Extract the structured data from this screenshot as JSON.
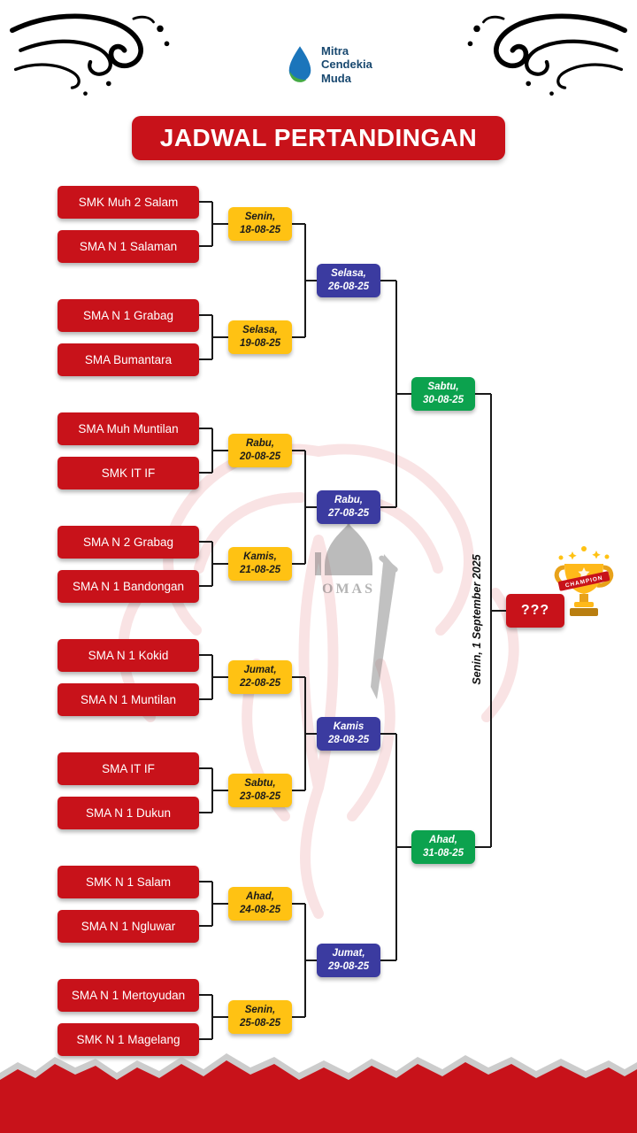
{
  "header": {
    "logo_lines": [
      "Mitra",
      "Cendekia",
      "Muda"
    ],
    "title": "JADWAL PERTANDINGAN"
  },
  "bracket": {
    "teams": [
      "SMK Muh 2 Salam",
      "SMA N 1 Salaman",
      "SMA N 1 Grabag",
      "SMA Bumantara",
      "SMA Muh Muntilan",
      "SMK IT IF",
      "SMA N 2 Grabag",
      "SMA N 1 Bandongan",
      "SMA N 1 Kokid",
      "SMA N 1 Muntilan",
      "SMA IT IF",
      "SMA N 1 Dukun",
      "SMK N 1 Salam",
      "SMA N 1 Ngluwar",
      "SMA N 1 Mertoyudan",
      "SMK N 1 Magelang"
    ],
    "round1": [
      {
        "day": "Senin,",
        "date": "18-08-25"
      },
      {
        "day": "Selasa,",
        "date": "19-08-25"
      },
      {
        "day": "Rabu,",
        "date": "20-08-25"
      },
      {
        "day": "Kamis,",
        "date": "21-08-25"
      },
      {
        "day": "Jumat,",
        "date": "22-08-25"
      },
      {
        "day": "Sabtu,",
        "date": "23-08-25"
      },
      {
        "day": "Ahad,",
        "date": "24-08-25"
      },
      {
        "day": "Senin,",
        "date": "25-08-25"
      }
    ],
    "round2": [
      {
        "day": "Selasa,",
        "date": "26-08-25"
      },
      {
        "day": "Rabu,",
        "date": "27-08-25"
      },
      {
        "day": "Kamis",
        "date": "28-08-25"
      },
      {
        "day": "Jumat,",
        "date": "29-08-25"
      }
    ],
    "round3": [
      {
        "day": "Sabtu,",
        "date": "30-08-25"
      },
      {
        "day": "Ahad,",
        "date": "31-08-25"
      }
    ],
    "final_label": "???",
    "final_schedule": "Senin, 1 September 2025",
    "trophy_banner": "CHAMPION"
  },
  "watermark": {
    "emblem_text": "OMAS"
  },
  "colors": {
    "red": "#C8121A",
    "yellow": "#FFC213",
    "indigo": "#3B3BA0",
    "green": "#0CA24E",
    "line": "#1A1A1A",
    "logo_text": "#18486F"
  }
}
